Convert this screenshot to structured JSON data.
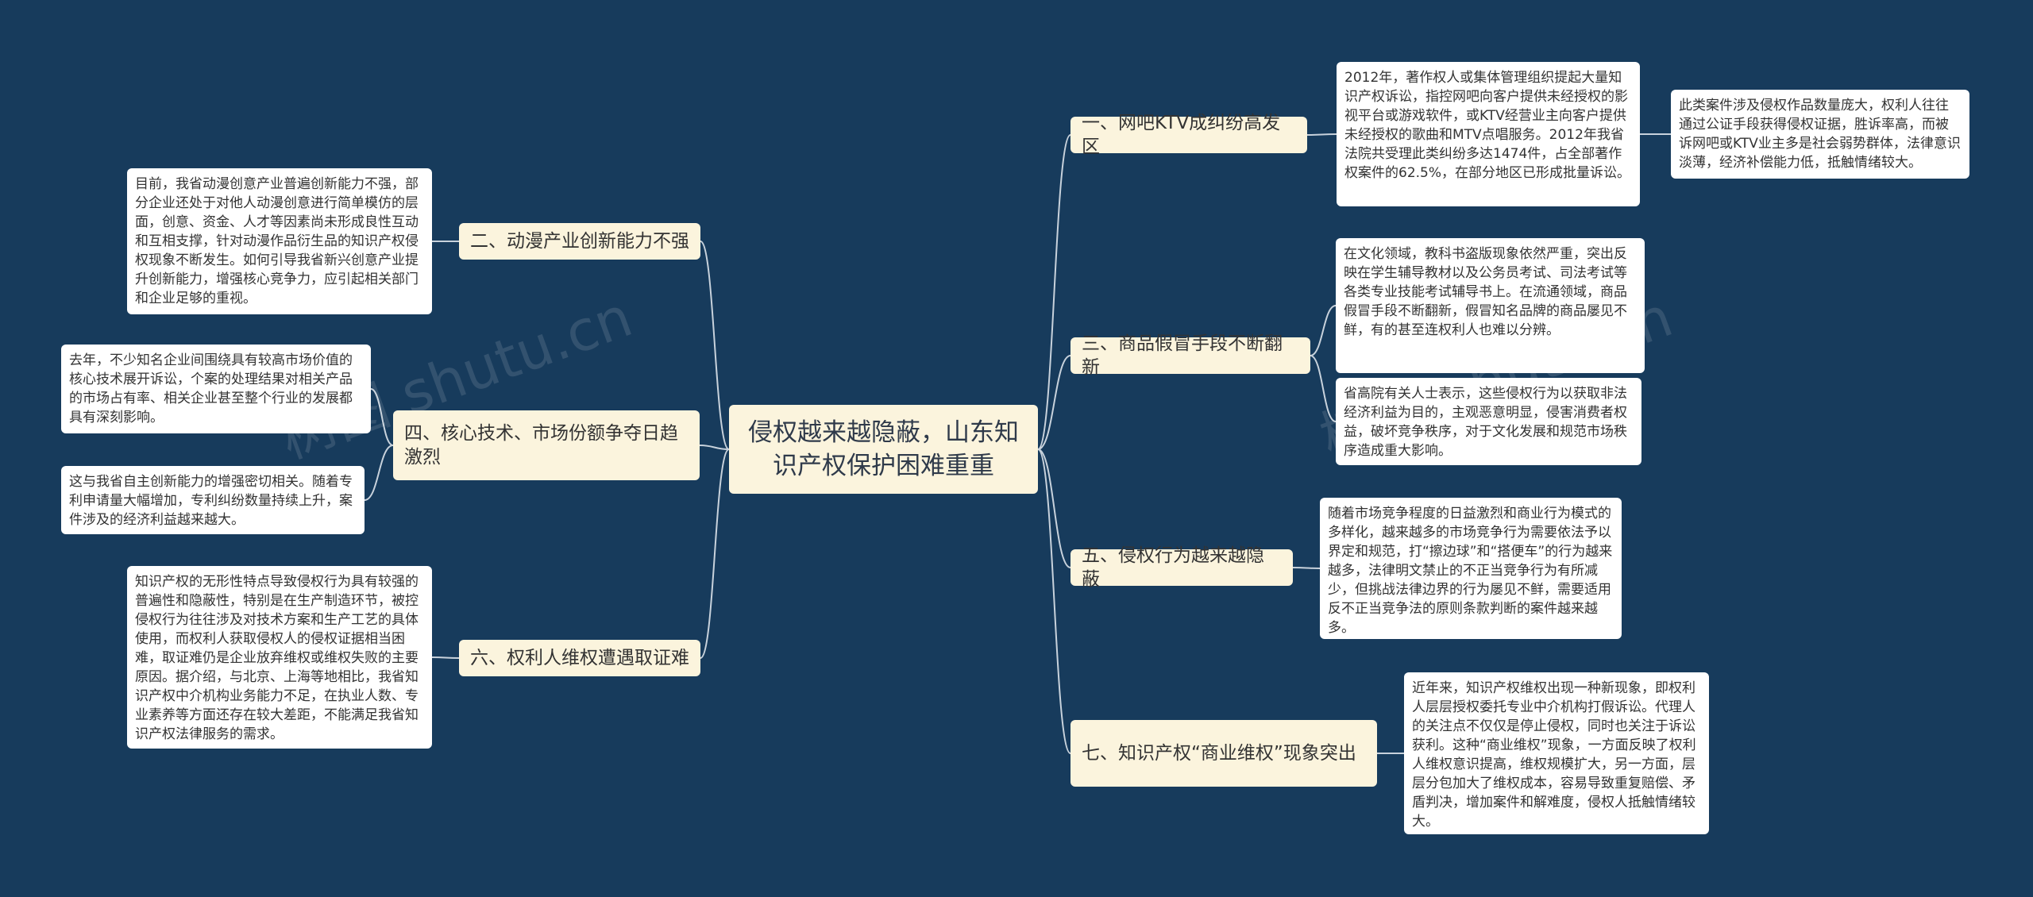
{
  "center": {
    "title": "侵权越来越隐蔽，山东知识产权保护困难重重"
  },
  "branches": [
    {
      "id": "b1",
      "label": "一、网吧KTV成纠纷高发区"
    },
    {
      "id": "b2",
      "label": "二、动漫产业创新能力不强"
    },
    {
      "id": "b3",
      "label": "三、商品假冒手段不断翻新"
    },
    {
      "id": "b4",
      "label": "四、核心技术、市场份额争夺日趋激烈"
    },
    {
      "id": "b5",
      "label": "五、侵权行为越来越隐蔽"
    },
    {
      "id": "b6",
      "label": "六、权利人维权遭遇取证难"
    },
    {
      "id": "b7",
      "label": "七、知识产权“商业维权”现象突出"
    }
  ],
  "leaves": {
    "b1_1": "2012年，著作权人或集体管理组织提起大量知识产权诉讼，指控网吧向客户提供未经授权的影视平台或游戏软件，或KTV经营业主向客户提供未经授权的歌曲和MTV点唱服务。2012年我省法院共受理此类纠纷多达1474件，占全部著作权案件的62.5%，在部分地区已形成批量诉讼。",
    "b1_2": "此类案件涉及侵权作品数量庞大，权利人往往通过公证手段获得侵权证据，胜诉率高，而被诉网吧或KTV业主多是社会弱势群体，法律意识淡薄，经济补偿能力低，抵触情绪较大。",
    "b2_1": "目前，我省动漫创意产业普遍创新能力不强，部分企业还处于对他人动漫创意进行简单模仿的层面，创意、资金、人才等因素尚未形成良性互动和互相支撑，针对动漫作品衍生品的知识产权侵权现象不断发生。如何引导我省新兴创意产业提升创新能力，增强核心竞争力，应引起相关部门和企业足够的重视。",
    "b3_1": "在文化领域，教科书盗版现象依然严重，突出反映在学生辅导教材以及公务员考试、司法考试等各类专业技能考试辅导书上。在流通领域，商品假冒手段不断翻新，假冒知名品牌的商品屡见不鲜，有的甚至连权利人也难以分辨。",
    "b3_2": "省高院有关人士表示，这些侵权行为以获取非法经济利益为目的，主观恶意明显，侵害消费者权益，破坏竞争秩序，对于文化发展和规范市场秩序造成重大影响。",
    "b4_1": "去年，不少知名企业间围绕具有较高市场价值的核心技术展开诉讼，个案的处理结果对相关产品的市场占有率、相关企业甚至整个行业的发展都具有深刻影响。",
    "b4_2": "这与我省自主创新能力的增强密切相关。随着专利申请量大幅增加，专利纠纷数量持续上升，案件涉及的经济利益越来越大。",
    "b5_1": "随着市场竞争程度的日益激烈和商业行为模式的多样化，越来越多的市场竞争行为需要依法予以界定和规范，打“擦边球”和“搭便车”的行为越来越多，法律明文禁止的不正当竞争行为有所减少，但挑战法律边界的行为屡见不鲜，需要适用反不正当竞争法的原则条款判断的案件越来越多。",
    "b6_1": "知识产权的无形性特点导致侵权行为具有较强的普遍性和隐蔽性，特别是在生产制造环节，被控侵权行为往往涉及对技术方案和生产工艺的具体使用，而权利人获取侵权人的侵权证据相当困难，取证难仍是企业放弃维权或维权失败的主要原因。据介绍，与北京、上海等地相比，我省知识产权中介机构业务能力不足，在执业人数、专业素养等方面还存在较大差距，不能满足我省知识产权法律服务的需求。",
    "b7_1": "近年来，知识产权维权出现一种新现象，即权利人层层授权委托专业中介机构打假诉讼。代理人的关注点不仅仅是停止侵权，同时也关注于诉讼获利。这种“商业维权”现象，一方面反映了权利人维权意识提高，维权规模扩大，另一方面，层层分包加大了维权成本，容易导致重复赔偿、矛盾判决，增加案件和解难度，侵权人抵触情绪较大。"
  },
  "colors": {
    "background": "#173b5c",
    "branch_fill": "#fbf4dd",
    "leaf_fill": "#ffffff",
    "line": "#c8d2dc"
  }
}
